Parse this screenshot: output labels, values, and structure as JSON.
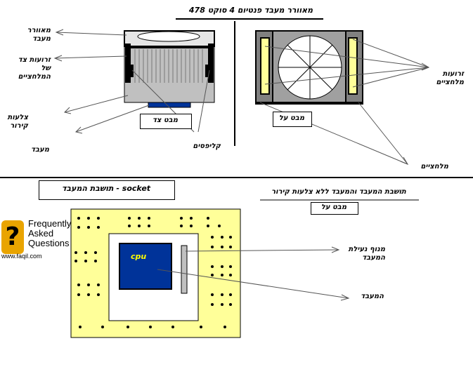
{
  "title": "מאוורר מעבד פנטיום 4   סוקט 478",
  "labels": {
    "fan": "מאוורר\nמעבד",
    "side_arms": "זרועות צד\nשל\nהמלחציים",
    "heatsink": "צלעות\nקירור",
    "cpu_top": "מעבד",
    "side_view": "מבט צד",
    "clips": "קליפסים",
    "top_view": "מבט על",
    "clamp_arms": "זרועות\nמלחציים",
    "clamps": "מלחציים",
    "socket_title": "socket - תושבת המעבד",
    "socket_desc": "תושבת המעבד והמעבד ללא צלעות קירור",
    "top_view_2": "מבט על",
    "lever": "מנוף נעילת\nהמעבד",
    "cpu_chip": "cpu",
    "cpu_bottom": "המעבד"
  },
  "faq": {
    "line1": "Frequently",
    "line2": "Asked",
    "line3": "Questions",
    "url": "www.faqil.com"
  },
  "colors": {
    "socket_fill": "#ffff99",
    "cpu_fill": "#003399",
    "base_plate": "#003399",
    "arm_fill": "#ffff99",
    "body_grey": "#c0c0c0",
    "cpu_label": "#ffff00"
  }
}
